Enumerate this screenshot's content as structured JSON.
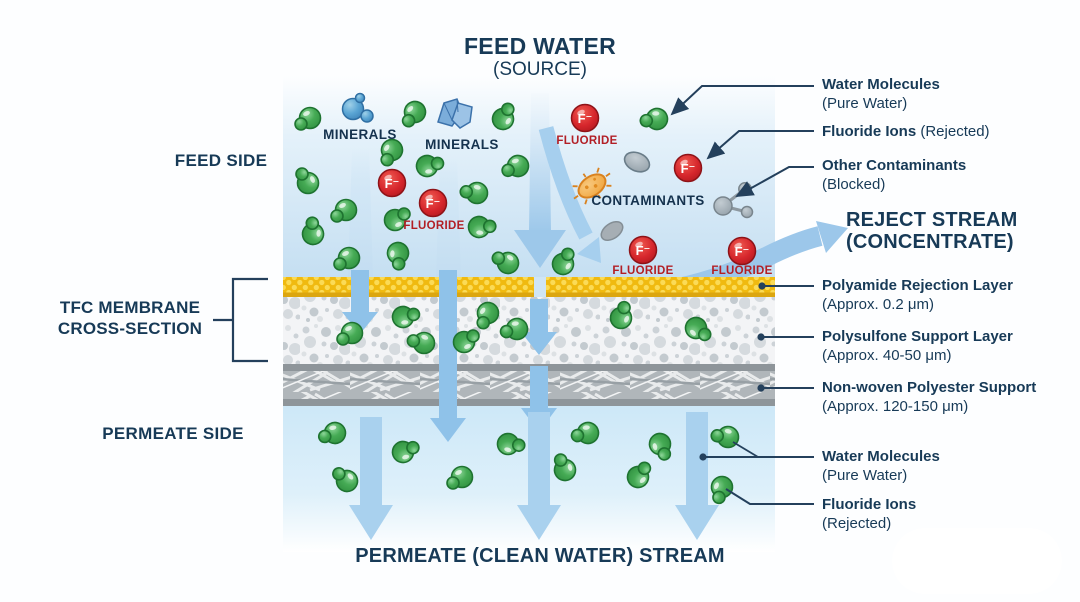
{
  "header": {
    "title": "FEED WATER",
    "subtitle": "(SOURCE)"
  },
  "sides": {
    "feed": "FEED SIDE",
    "membrane1": "TFC MEMBRANE",
    "membrane2": "CROSS-SECTION",
    "permeate": "PERMEATE SIDE"
  },
  "footer": {
    "title": "PERMEATE (CLEAN WATER) STREAM"
  },
  "labels": {
    "minerals": "MINERALS",
    "fluoride": "FLUORIDE",
    "contaminants": "CONTAMINANTS",
    "ion": "F⁻"
  },
  "right": {
    "water_top": {
      "t": "Water Molecules",
      "s": "(Pure Water)"
    },
    "fluoride_top": {
      "t": "Fluoride Ions",
      "s": "(Rejected)"
    },
    "contaminants": {
      "t": "Other Contaminants",
      "s": "(Blocked)"
    },
    "reject": {
      "l1": "REJECT STREAM",
      "l2": "(CONCENTRATE)"
    },
    "polyamide": {
      "t": "Polyamide Rejection Layer",
      "s": "(Approx. 0.2 μm)"
    },
    "polysulfone": {
      "t": "Polysulfone Support Layer",
      "s": "(Approx. 40-50 μm)"
    },
    "nonwoven": {
      "t": "Non-woven Polyester Support",
      "s": "(Approx. 120-150 μm)"
    },
    "water_bottom": {
      "t": "Water Molecules",
      "s": "(Pure Water)"
    },
    "fluoride_bottom": {
      "t": "Fluoride Ions",
      "s": "(Rejected)"
    }
  },
  "colors": {
    "navy_text": "#173a57",
    "fluoride_red": "#b21f26",
    "molecule_green": "#3da44d",
    "arrow_blue": "#9cc7ea",
    "membrane_yellow": "#f2bd13",
    "feed_background": "#cfe7f6"
  }
}
